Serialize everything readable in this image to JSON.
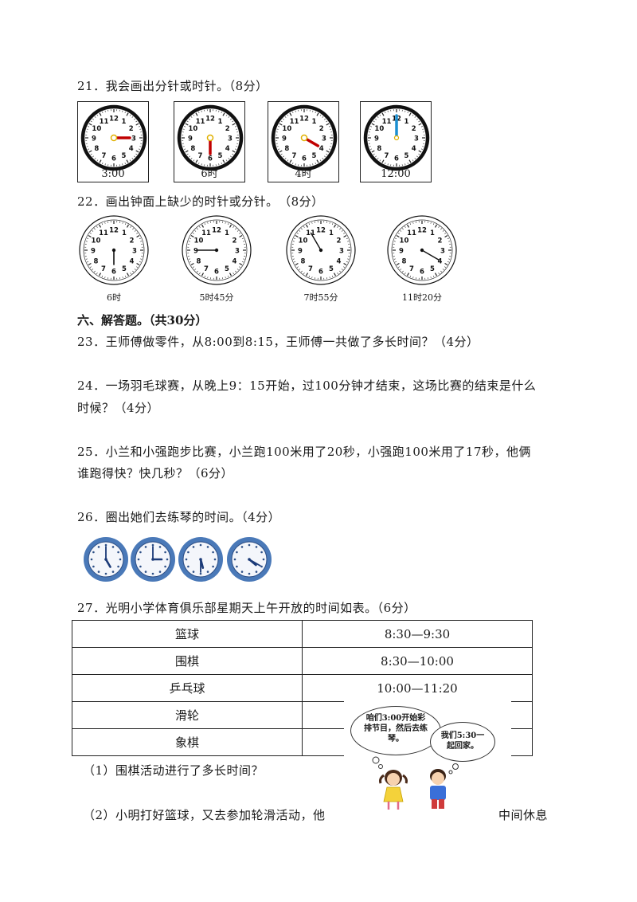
{
  "q21": {
    "text": "21．我会画出分针或时针。（8分）",
    "clocks": [
      {
        "caption": "3:00",
        "hour": 3,
        "minute": 0,
        "color": "#c00000",
        "missing": "hour"
      },
      {
        "caption": "6时",
        "hour": 6,
        "minute": 0,
        "color": "#c00000",
        "missing": "hour"
      },
      {
        "caption": "4时",
        "hour": 4,
        "minute": 0,
        "color": "#c00000",
        "missing": "hour"
      },
      {
        "caption": "12:00",
        "hour": 12,
        "minute": 0,
        "color": "#1c8fd0",
        "missing": "minute"
      }
    ]
  },
  "q22": {
    "text": "22．画出钟面上缺少的时针或分针。　（8分）",
    "clocks": [
      {
        "caption": "6时",
        "hour": 6,
        "minute": 0
      },
      {
        "caption": "5时45分",
        "hour": 5,
        "minute": 45
      },
      {
        "caption": "7时55分",
        "hour": 7,
        "minute": 55
      },
      {
        "caption": "11时20分",
        "hour": 11,
        "minute": 20
      }
    ]
  },
  "section6": "六、解答题。（共30分）",
  "q23": "23．王师傅做零件，从8:00到8:15，王师傅一共做了多长时间？（4分）",
  "q24": {
    "line1": "24．一场羽毛球赛，从晚上9：15开始，过100分钟才结束，这场比赛的结束是什么",
    "line2": "时候？（4分）"
  },
  "q25": {
    "line1": "25．小兰和小强跑步比赛，小兰跑100米用了20秒，小强跑100米用了17秒，他俩",
    "line2": "谁跑得快？快几秒？（6分）"
  },
  "q26": {
    "text": "26．圈出她们去练琴的时间。（4分）",
    "clocks": [
      {
        "hour": 5,
        "minute": 0
      },
      {
        "hour": 3,
        "minute": 0
      },
      {
        "hour": 5,
        "minute": 30
      },
      {
        "hour": 4,
        "minute": 20
      }
    ]
  },
  "q27": {
    "text": "27．光明小学体育俱乐部星期天上午开放的时间如表。（6分）",
    "rows": [
      {
        "activity": "篮球",
        "time": "8:30—9:30"
      },
      {
        "activity": "围棋",
        "time": "8:30—10:00"
      },
      {
        "activity": "乒乓球",
        "time": "10:00—11:20"
      },
      {
        "activity": "滑轮",
        "time": ""
      },
      {
        "activity": "象棋",
        "time": ""
      }
    ],
    "sub1": "（1）围棋活动进行了多长时间？",
    "sub2_left": "（2）小明打好篮球，又去参加轮滑活动，他",
    "sub2_right": "中间休息",
    "bubble1": "咱们3:00开始彩排节目，然后去练琴。",
    "bubble2": "我们5:30一起回家。"
  },
  "colors": {
    "text": "#1a1a1a",
    "clock_red": "#c00000",
    "clock_blue": "#1c8fd0",
    "clock_frame_blue": "#4a79b8"
  }
}
